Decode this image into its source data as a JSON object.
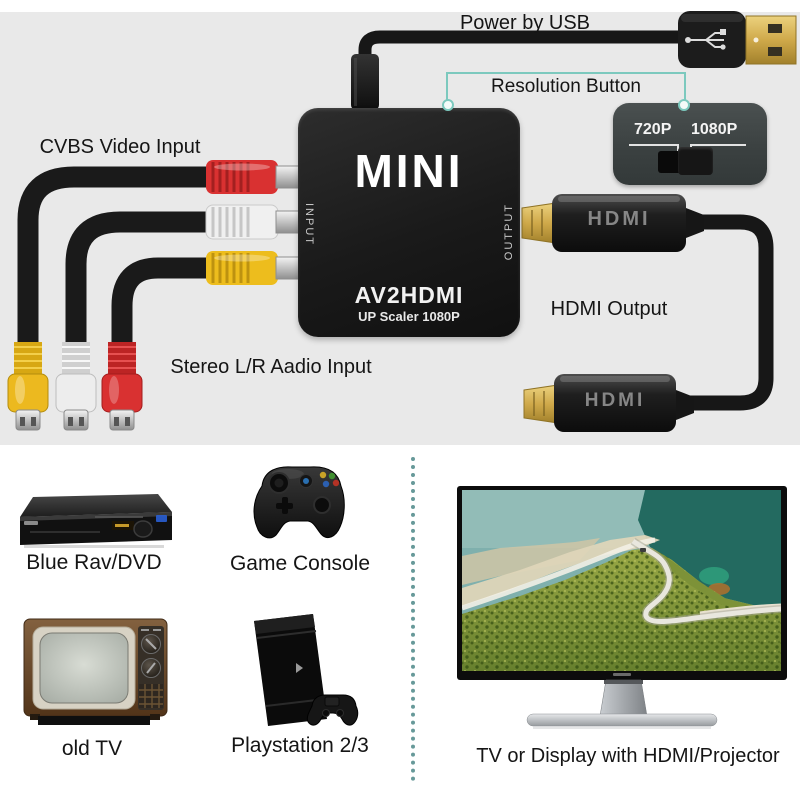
{
  "meta": {
    "subject": "AV2HDMI mini converter product diagram"
  },
  "colors": {
    "background_top": "#e9e9e9",
    "background_bottom": "#ffffff",
    "accent_teal": "#7cc9be",
    "device_black": "#1a1a1a",
    "rca_red": "#d93131",
    "rca_white": "#efefef",
    "rca_yellow": "#edbd1d",
    "usb_gold": "#d4b25a",
    "panel_gray": "#3a4040"
  },
  "annotations": {
    "power": "Power by USB",
    "resolution": "Resolution Button",
    "cvbs": "CVBS Video Input",
    "audio": "Stereo L/R Aadio Input",
    "hdmi_output": "HDMI Output"
  },
  "converter": {
    "brand": "MINI",
    "input_label": "INPUT",
    "output_label": "OUTPUT",
    "model": "AV2HDMI",
    "subtitle": "UP Scaler 1080P"
  },
  "resolution_switch": {
    "left": "720P",
    "right": "1080P"
  },
  "hdmi_plug_text": "HDMI",
  "devices": {
    "source_1": "Blue Rav/DVD",
    "source_2": "Game Console",
    "source_3": "old TV",
    "source_4": "Playstation 2/3",
    "display": "TV or Display with HDMI/Projector"
  },
  "icons": [
    "usb-plug-icon",
    "usb-trident-icon",
    "micro-usb-plug",
    "rca-plug-red",
    "rca-plug-white",
    "rca-plug-yellow",
    "rca-jack-yellow",
    "rca-jack-white",
    "rca-jack-red",
    "hdmi-plug-icon",
    "dvd-player-icon",
    "gamepad-icon",
    "crt-tv-icon",
    "playstation-icon",
    "monitor-icon"
  ]
}
